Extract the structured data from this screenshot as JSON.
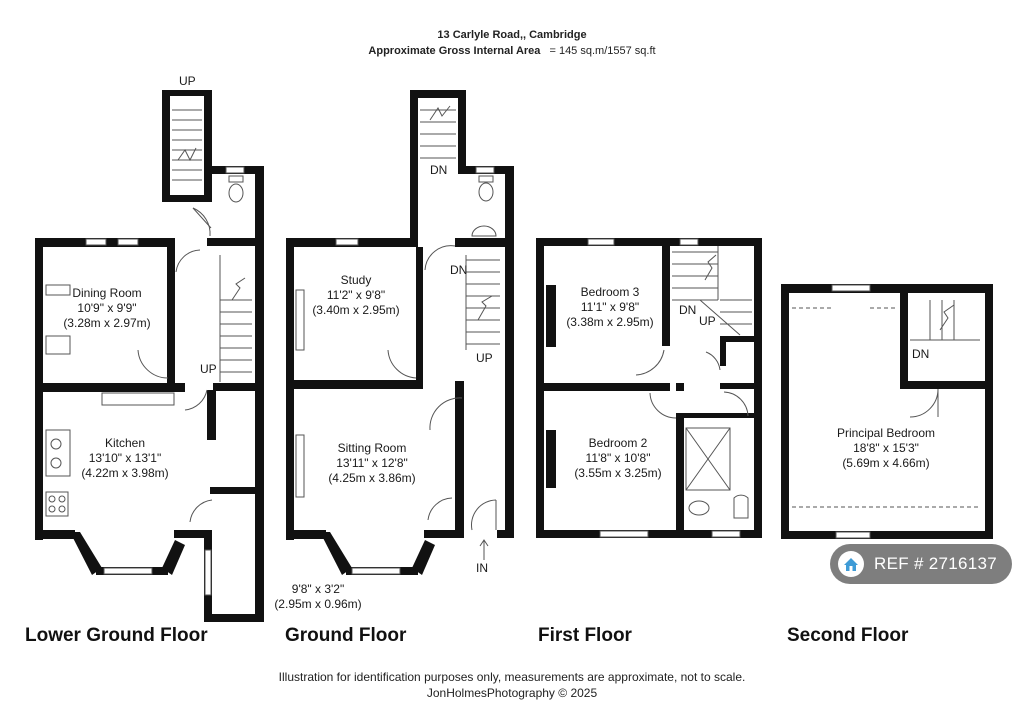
{
  "header": {
    "address": "13 Carlyle Road,, Cambridge",
    "area_label": "Approximate Gross Internal Area",
    "area_value": "= 145 sq.m/1557 sq.ft"
  },
  "floors": {
    "lower_ground": {
      "name": "Lower Ground Floor",
      "up_top": "UP",
      "up_stairs": "UP",
      "dining": {
        "name": "Dining Room",
        "imperial": "10'9\" x 9'9\"",
        "metric": "(3.28m x 2.97m)"
      },
      "kitchen": {
        "name": "Kitchen",
        "imperial": "13'10\" x 13'1\"",
        "metric": "(4.22m x 3.98m)"
      },
      "store": {
        "imperial": "9'8\" x 3'2\"",
        "metric": "(2.95m x 0.96m)"
      }
    },
    "ground": {
      "name": "Ground Floor",
      "dn_top": "DN",
      "dn_mid": "DN",
      "up": "UP",
      "entrance": "IN",
      "study": {
        "name": "Study",
        "imperial": "11'2\" x 9'8\"",
        "metric": "(3.40m x 2.95m)"
      },
      "sitting": {
        "name": "Sitting Room",
        "imperial": "13'11\" x 12'8\"",
        "metric": "(4.25m x 3.86m)"
      }
    },
    "first": {
      "name": "First Floor",
      "dn": "DN",
      "up": "UP",
      "bedroom3": {
        "name": "Bedroom 3",
        "imperial": "11'1\" x 9'8\"",
        "metric": "(3.38m x 2.95m)"
      },
      "bedroom2": {
        "name": "Bedroom 2",
        "imperial": "11'8\" x 10'8\"",
        "metric": "(3.55m x 3.25m)"
      }
    },
    "second": {
      "name": "Second Floor",
      "dn": "DN",
      "principal": {
        "name": "Principal Bedroom",
        "imperial": "18'8\" x 15'3\"",
        "metric": "(5.69m x 4.66m)"
      }
    }
  },
  "footer": {
    "disclaimer": "Illustration for identification purposes only, measurements are approximate, not to scale.",
    "credit": "JonHolmesPhotography © 2025"
  },
  "ref": {
    "label": "REF",
    "hash": "#",
    "number": "2716137"
  },
  "colors": {
    "wall": "#111111",
    "line": "#555555",
    "badge": "#5a5a5a"
  }
}
